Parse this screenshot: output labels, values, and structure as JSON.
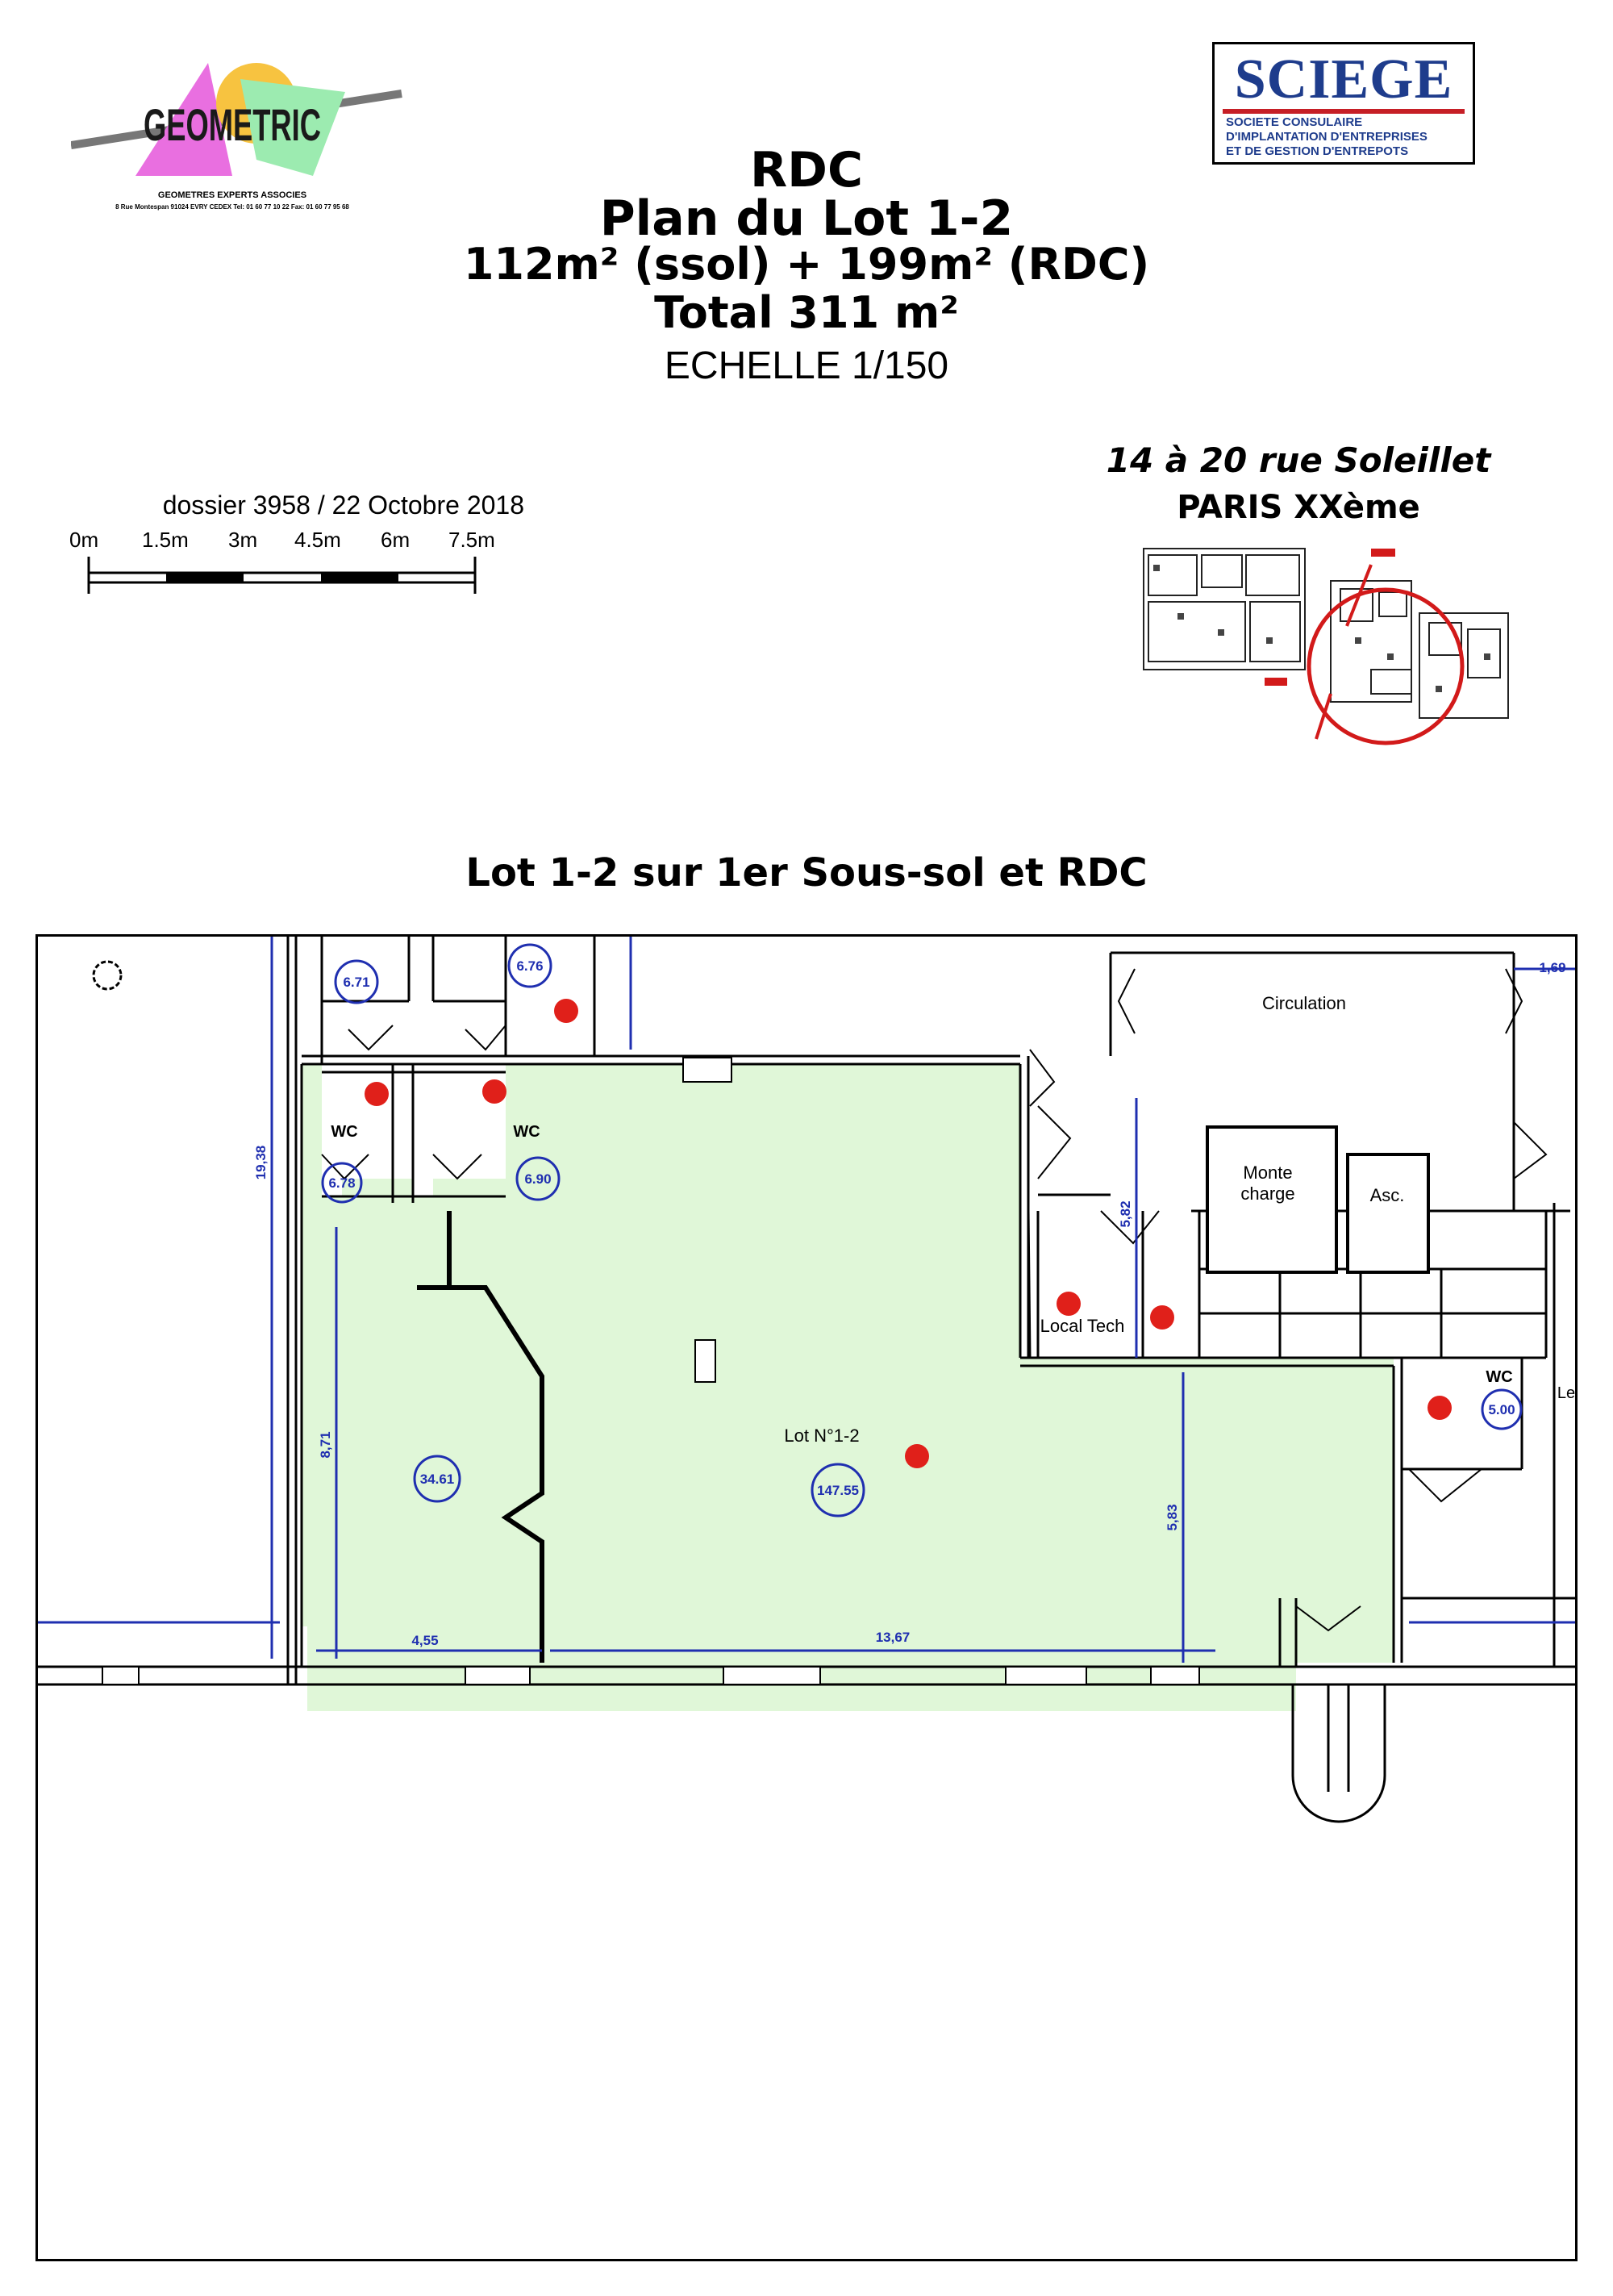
{
  "header": {
    "logo_text": "GEOMETRIC",
    "logo_subtitle": "GEOMETRES EXPERTS ASSOCIES",
    "logo_address": "8 Rue Montespan 91024 EVRY CEDEX  Tel: 01 60 77 10 22 Fax: 01 60 77 95 68",
    "sciege_name": "SCIEGE",
    "sciege_lines": [
      "SOCIETE CONSULAIRE",
      "D'IMPLANTATION D'ENTREPRISES",
      "ET DE GESTION D'ENTREPOTS"
    ]
  },
  "title": {
    "line1": "RDC",
    "line2": "Plan du Lot 1-2",
    "line3": "112m² (ssol) + 199m² (RDC)",
    "line4": "Total 311 m²",
    "scale": "ECHELLE 1/150"
  },
  "address": {
    "street": "14 à 20  rue Soleillet",
    "city": "PARIS XXème"
  },
  "scale_bar": {
    "dossier": "dossier 3958 / 22 Octobre 2018",
    "labels": [
      "0m",
      "1.5m",
      "3m",
      "4.5m",
      "6m",
      "7.5m"
    ]
  },
  "section_title": "Lot 1-2 sur 1er Sous-sol et RDC",
  "plan": {
    "rooms": {
      "circulation": "Circulation",
      "monte_charge_1": "Monte",
      "monte_charge_2": "charge",
      "asc": "Asc.",
      "local_tech": "Local Tech",
      "wc_left": "WC",
      "wc_mid": "WC",
      "wc_right": "WC",
      "lot": "Lot N°1-2",
      "partial_le": "Le"
    },
    "areas": {
      "a671": "6.71",
      "a676": "6.76",
      "a678": "6.78",
      "a690": "6.90",
      "a3461": "34.61",
      "a14755": "147.55",
      "a500": "5.00"
    },
    "dimensions": {
      "d1938": "19,38",
      "d871": "8,71",
      "d455": "4,55",
      "d1367": "13,67",
      "d583": "5,83",
      "d582": "5,82",
      "d169": "1,69"
    },
    "colors": {
      "lot_fill": "#e0f7d8",
      "dimension": "#1f2fb0",
      "marker": "#e0201a",
      "locator_circle": "#d21a1a"
    }
  }
}
